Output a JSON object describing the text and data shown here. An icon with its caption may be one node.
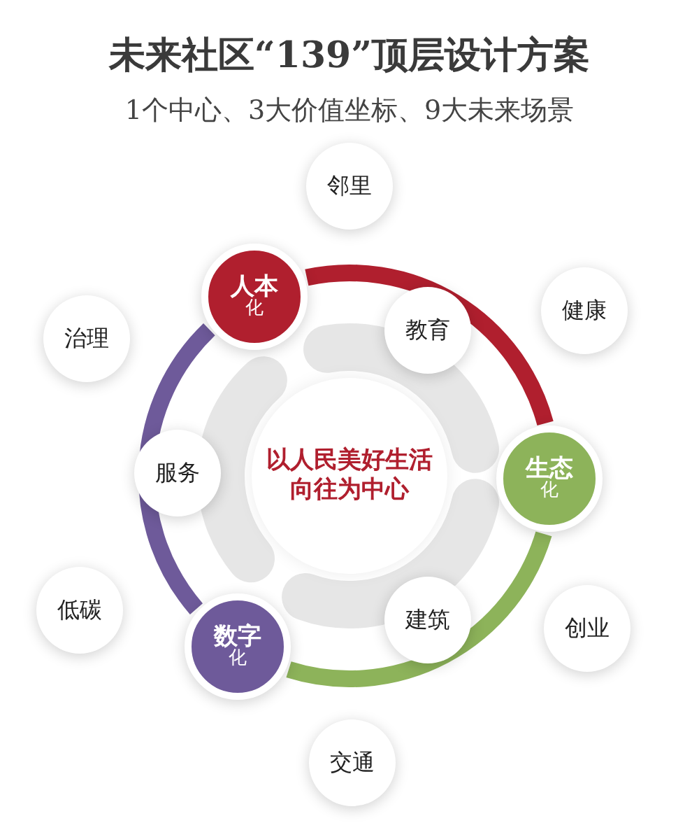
{
  "diagram": {
    "title": "未来社区“139”顶层设计方案",
    "caption": "1个中心、3大价值坐标、9大未来场景",
    "nodes": [
      {
        "text": [
          "以人民美好生活向往为中心"
        ]
      },
      {
        "text": [
          "人本",
          "化"
        ]
      },
      {
        "text": [
          "生态",
          "化"
        ]
      },
      {
        "text": [
          "数字",
          "化"
        ]
      },
      {
        "text": [
          "邻里"
        ]
      },
      {
        "text": [
          "治理"
        ]
      },
      {
        "text": [
          "教育"
        ]
      },
      {
        "text": [
          "健康"
        ]
      },
      {
        "text": [
          "服务"
        ]
      },
      {
        "text": [
          "低碳"
        ]
      },
      {
        "text": [
          "建筑"
        ]
      },
      {
        "text": [
          "创业"
        ]
      },
      {
        "text": [
          "交通"
        ]
      }
    ]
  }
}
